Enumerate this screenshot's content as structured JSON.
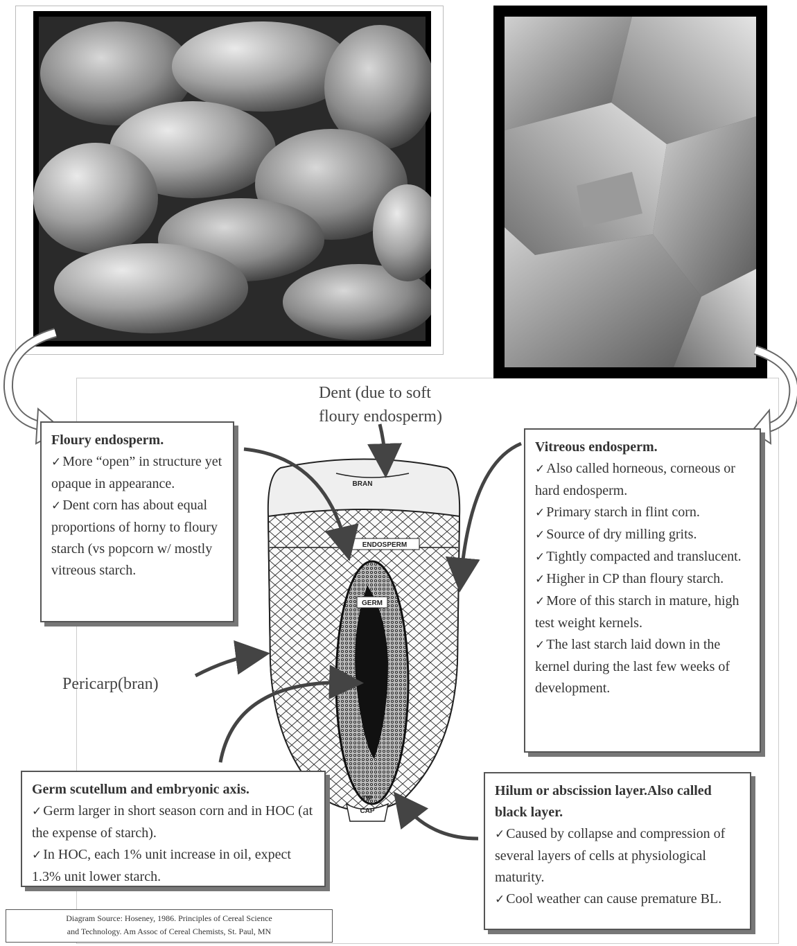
{
  "photos": {
    "left": {
      "name": "floury-endosperm-micrograph"
    },
    "right": {
      "name": "vitreous-endosperm-micrograph"
    }
  },
  "dent_label": {
    "line1": "Dent (due to soft",
    "line2": "floury endosperm)"
  },
  "pericarp_label": "Pericarp(bran)",
  "kernel_tags": {
    "bran": "BRAN",
    "endosperm": "ENDOSPERM",
    "germ": "GERM",
    "tip1": "TIP",
    "tip2": "CAP"
  },
  "floury": {
    "title": "Floury endosperm.",
    "items": [
      "More “open” in structure yet opaque in appearance.",
      "Dent corn has about equal proportions of horny to floury starch (vs popcorn w/ mostly vitreous starch."
    ]
  },
  "vitreous": {
    "title": "Vitreous endosperm.",
    "items": [
      "Also called horneous, corneous or hard endosperm.",
      "Primary starch in flint corn.",
      "Source of dry milling grits.",
      "Tightly compacted and translucent.",
      "Higher in CP than floury starch.",
      "More of this starch in mature, high test weight kernels.",
      "The last starch laid down in the kernel during the last few weeks of development."
    ]
  },
  "germ": {
    "title": "Germ scutellum and embryonic axis.",
    "items": [
      "Germ larger in short season corn and in HOC (at the expense of starch).",
      "In HOC, each 1% unit increase in oil, expect 1.3% unit lower starch."
    ]
  },
  "hilum": {
    "title": "Hilum or abscission layer.Also called black layer.",
    "items": [
      "Caused by collapse and compression of several layers of cells at physiological maturity.",
      "Cool weather can cause premature BL."
    ]
  },
  "source": {
    "line1": "Diagram Source:  Hoseney, 1986. Principles of  Cereal Science",
    "line2": "and Technology. Am Assoc of Cereal Chemists, St. Paul, MN"
  },
  "colors": {
    "arrow": "#444444",
    "frame": "#000000",
    "box_border": "#555555"
  }
}
